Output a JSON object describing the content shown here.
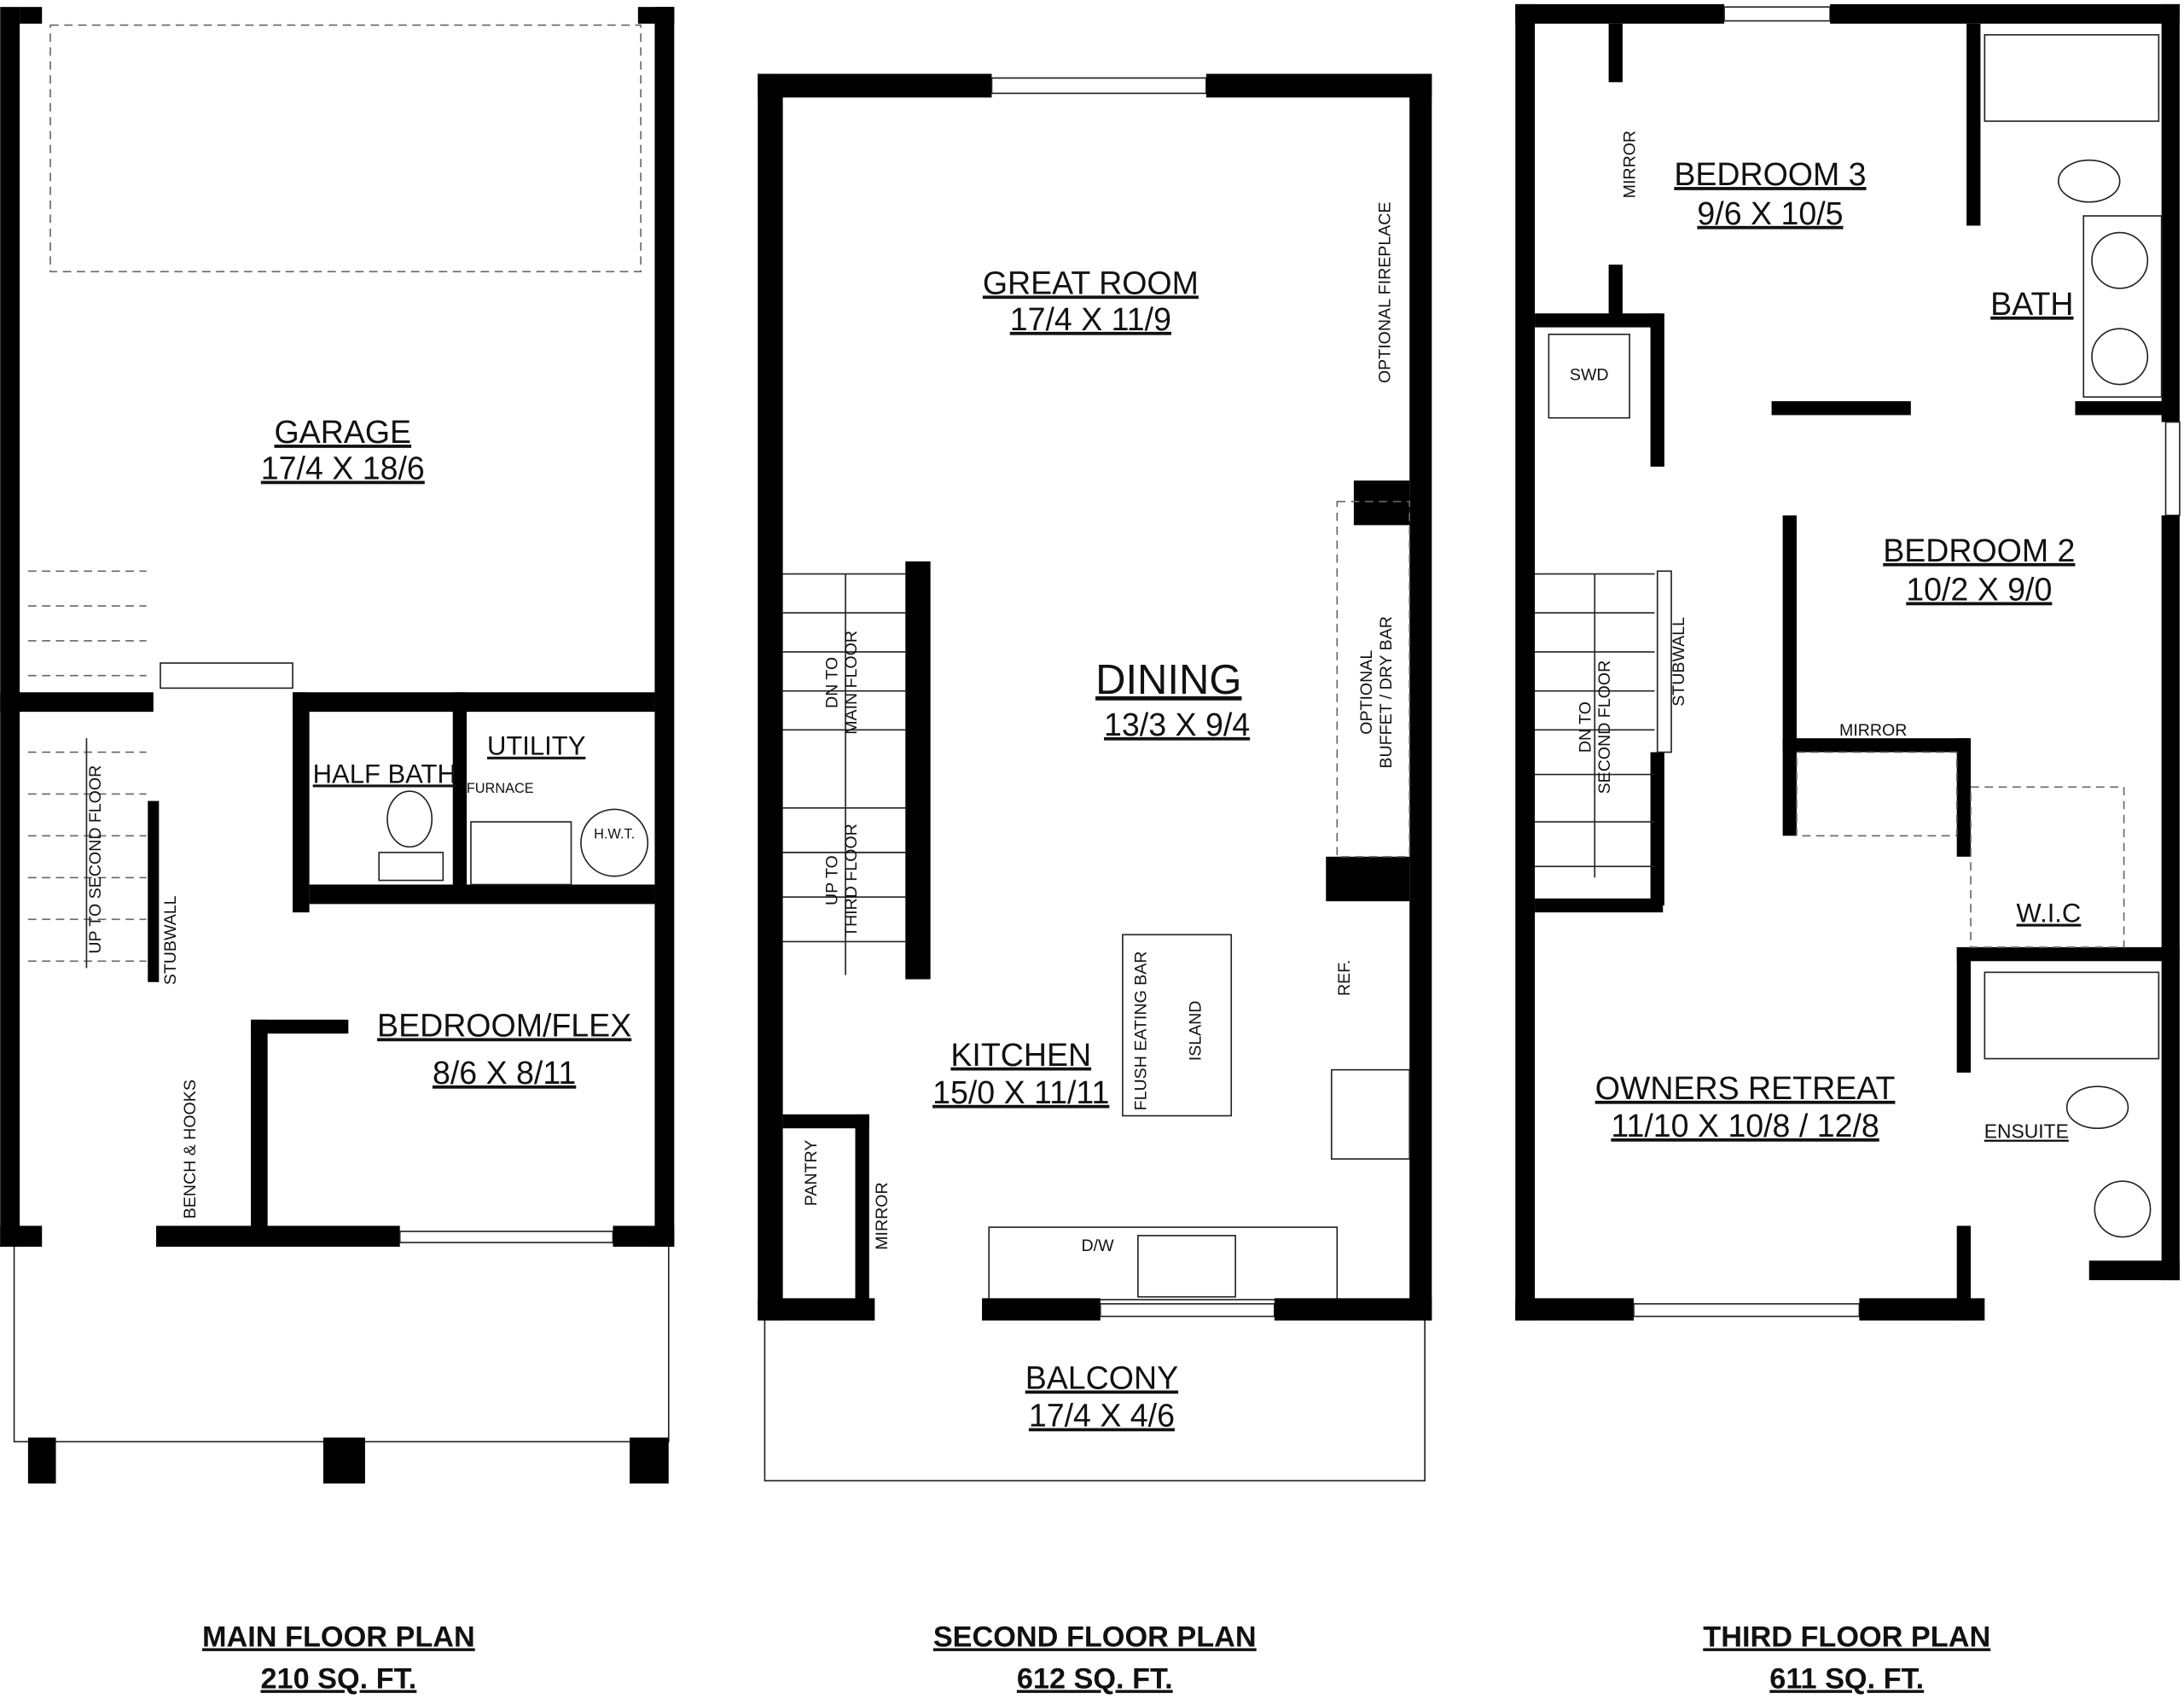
{
  "main_floor": {
    "rooms": {
      "garage": {
        "name": "GARAGE",
        "size": "17/4 X 18/6"
      },
      "half_bath": {
        "name": "HALF BATH"
      },
      "utility": {
        "name": "UTILITY"
      },
      "bedroom_flex": {
        "name": "BEDROOM/FLEX",
        "size": "8/6 X 8/11"
      }
    },
    "labels": {
      "furnace": "FURNACE",
      "hwt": "H.W.T.",
      "stairs": "UP TO SECOND FLOOR",
      "stubwall": "STUBWALL",
      "bench": "BENCH & HOOKS"
    },
    "caption": {
      "title": "MAIN FLOOR PLAN",
      "area": "210 SQ. FT."
    }
  },
  "second_floor": {
    "rooms": {
      "great_room": {
        "name": "GREAT ROOM",
        "size": "17/4 X 11/9"
      },
      "dining": {
        "name": "DINING",
        "size": "13/3 X 9/4"
      },
      "kitchen": {
        "name": "KITCHEN",
        "size": "15/0 X 11/11"
      },
      "balcony": {
        "name": "BALCONY",
        "size": "17/4 X 4/6"
      }
    },
    "labels": {
      "fireplace": "OPTIONAL FIREPLACE",
      "buffet1": "OPTIONAL",
      "buffet2": "BUFFET / DRY BAR",
      "dn1": "DN TO",
      "dn2": "MAIN FLOOR",
      "up1": "UP TO",
      "up2": "THIRD FLOOR",
      "eating_bar": "FLUSH EATING BAR",
      "island": "ISLAND",
      "ref": "REF.",
      "dw": "D/W",
      "pantry": "PANTRY",
      "mirror": "MIRROR"
    },
    "caption": {
      "title": "SECOND FLOOR PLAN",
      "area": "612 SQ. FT."
    }
  },
  "third_floor": {
    "rooms": {
      "bedroom3": {
        "name": "BEDROOM 3",
        "size": "9/6 X 10/5"
      },
      "bath": {
        "name": "BATH"
      },
      "bedroom2": {
        "name": "BEDROOM 2",
        "size": "10/2 X 9/0"
      },
      "wic": {
        "name": "W.I.C"
      },
      "owners": {
        "name": "OWNERS  RETREAT",
        "size": "11/10 X 10/8 / 12/8"
      },
      "ensuite": {
        "name": "ENSUITE"
      }
    },
    "labels": {
      "mirror1": "MIRROR",
      "mirror2": "MIRROR",
      "swd": "SWD",
      "dn1": "DN TO",
      "dn2": "SECOND FLOOR",
      "stubwall": "STUBWALL"
    },
    "caption": {
      "title": "THIRD FLOOR PLAN",
      "area": "611 SQ. FT."
    }
  }
}
